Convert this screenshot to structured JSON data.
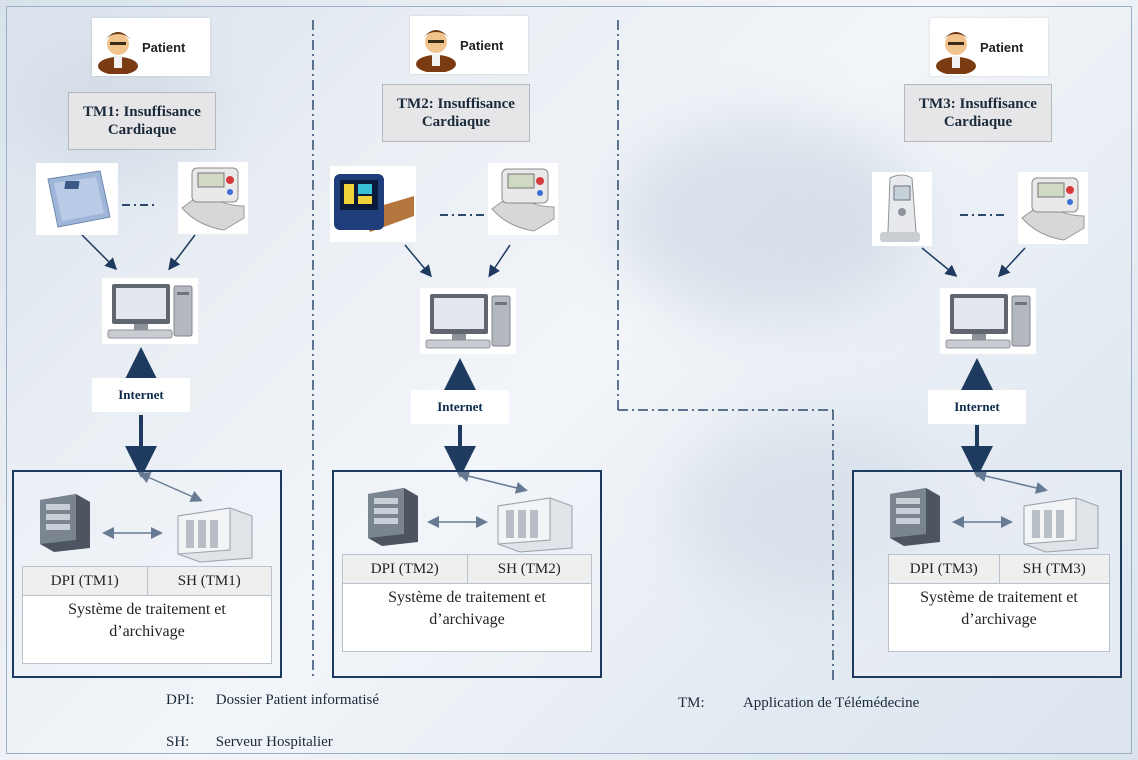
{
  "columns": [
    {
      "patient_label": "Patient",
      "tm_title": "TM1: Insuffisance Cardiaque",
      "devices": [
        "scale-icon",
        "blood-pressure-monitor-icon"
      ],
      "internet_label": "Internet",
      "dpi_label": "DPI (TM1)",
      "sh_label": "SH (TM1)",
      "system_label": "Système de  traitement et d’archivage"
    },
    {
      "patient_label": "Patient",
      "tm_title": "TM2: Insuffisance Cardiaque",
      "devices": [
        "pulse-oximeter-icon",
        "blood-pressure-monitor-icon"
      ],
      "internet_label": "Internet",
      "dpi_label": "DPI (TM2)",
      "sh_label": "SH (TM2)",
      "system_label": "Système de  traitement et d’archivage"
    },
    {
      "patient_label": "Patient",
      "tm_title": "TM3: Insuffisance Cardiaque",
      "devices": [
        "glucometer-icon",
        "blood-pressure-monitor-icon"
      ],
      "internet_label": "Internet",
      "dpi_label": "DPI (TM3)",
      "sh_label": "SH (TM3)",
      "system_label": "Système de  traitement et d’archivage"
    }
  ],
  "legend": {
    "dpi_key": "DPI:",
    "dpi_value": "Dossier Patient informatisé",
    "sh_key": "SH:",
    "sh_value": "Serveur Hospitalier",
    "tm_key": "TM:",
    "tm_value": "Application de Télémédecine"
  },
  "colors": {
    "frame": "#1e3a5f",
    "arrow": "#1e3a5f",
    "background": "#e9eef4"
  }
}
